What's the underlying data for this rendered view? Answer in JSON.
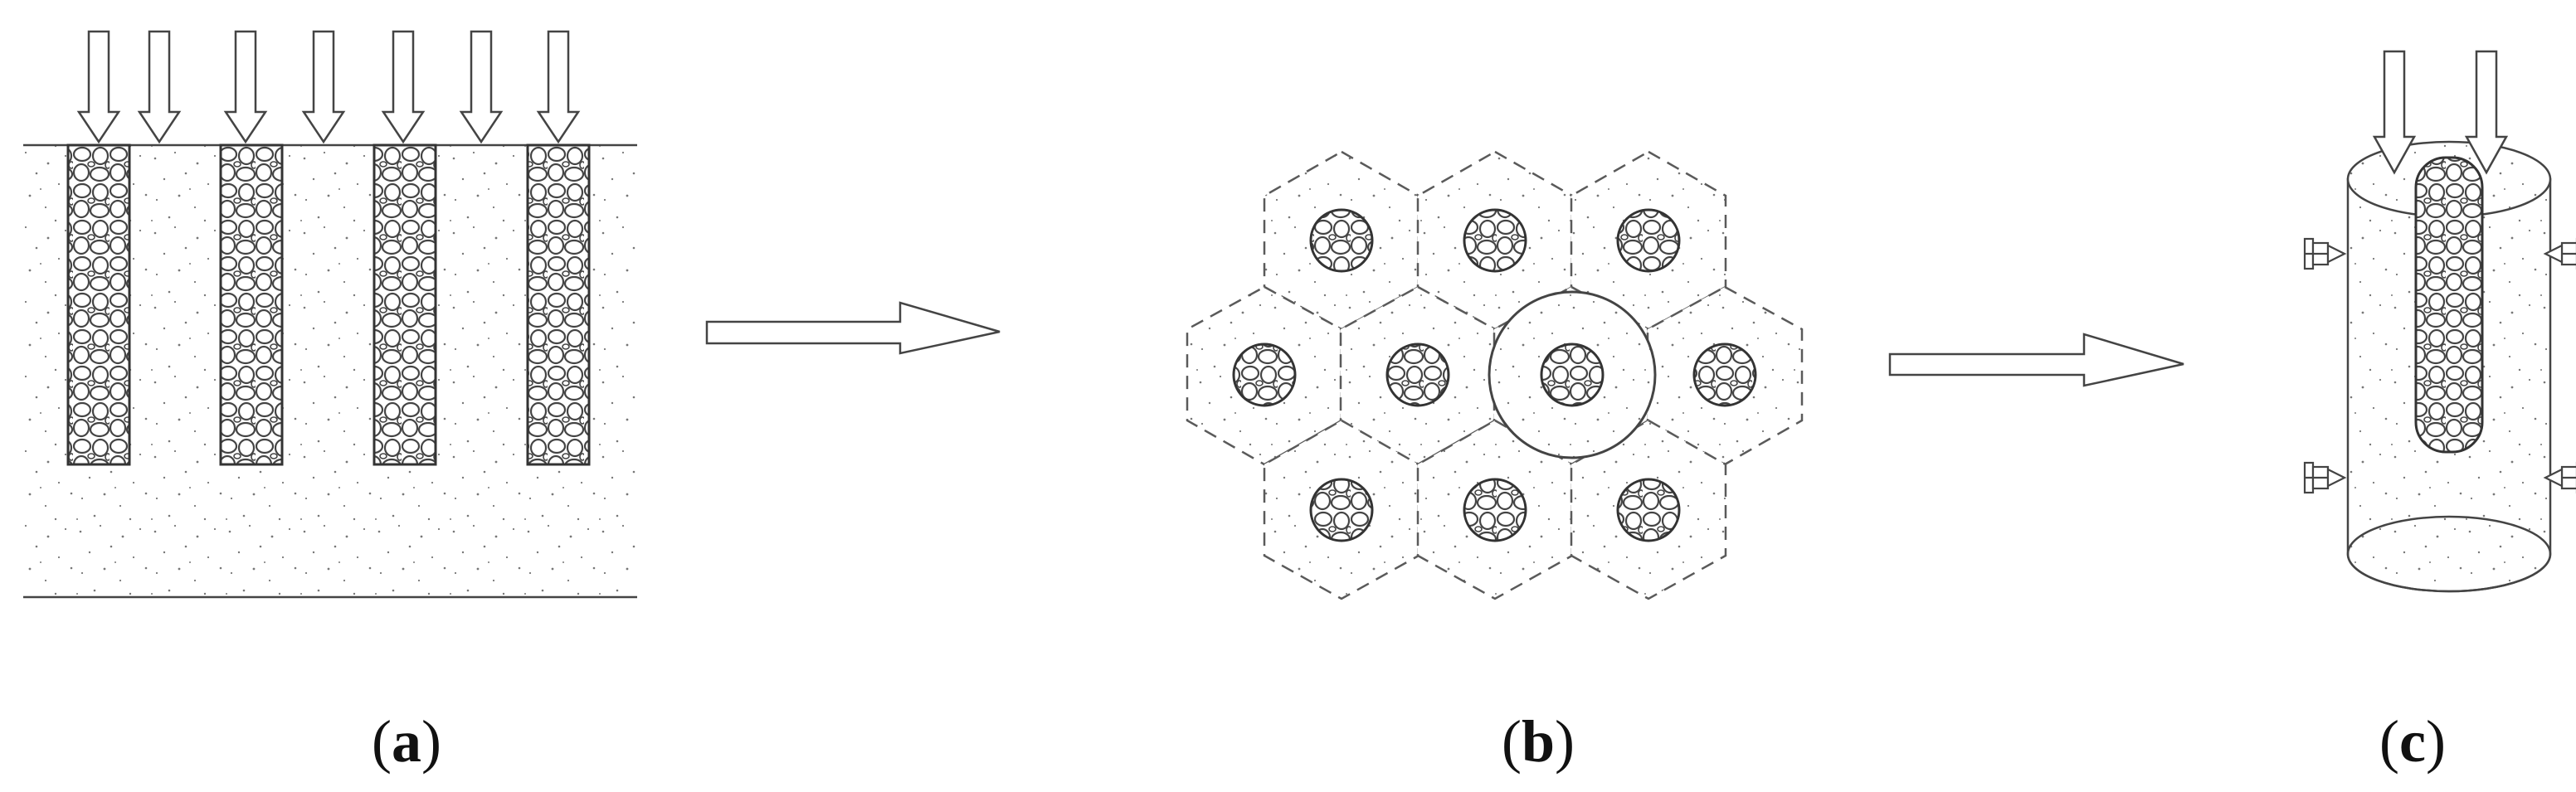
{
  "panels": [
    {
      "id": "a",
      "label_open": "(",
      "label_letter": "a",
      "label_close": ")"
    },
    {
      "id": "b",
      "label_open": "(",
      "label_letter": "b",
      "label_close": ")"
    },
    {
      "id": "c",
      "label_open": "(",
      "label_letter": "c",
      "label_close": ")"
    }
  ],
  "colors": {
    "line": "#4a4a4a",
    "dashed": "#5a5a5a",
    "stipple": "#777777",
    "background": "#ffffff"
  }
}
